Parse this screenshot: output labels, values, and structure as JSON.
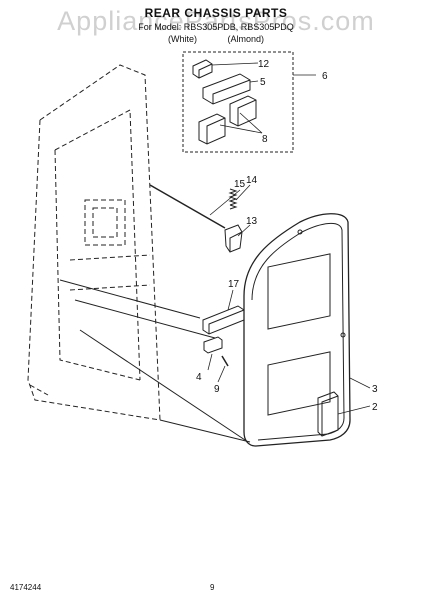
{
  "header": {
    "title": "REAR CHASSIS PARTS",
    "for_model": "For Model: RBS305PDB, RBS305PDQ",
    "variant_white": "(White)",
    "variant_almond": "(Almond)"
  },
  "watermark": "AppliancePartsPros.com",
  "callouts": {
    "c12": "12",
    "c5": "5",
    "c6": "6",
    "c8": "8",
    "c15": "15",
    "c14": "14",
    "c13": "13",
    "c17": "17",
    "c4": "4",
    "c9": "9",
    "c3": "3",
    "c2": "2"
  },
  "footer": {
    "doc_number": "4174244",
    "page_number": "9"
  }
}
